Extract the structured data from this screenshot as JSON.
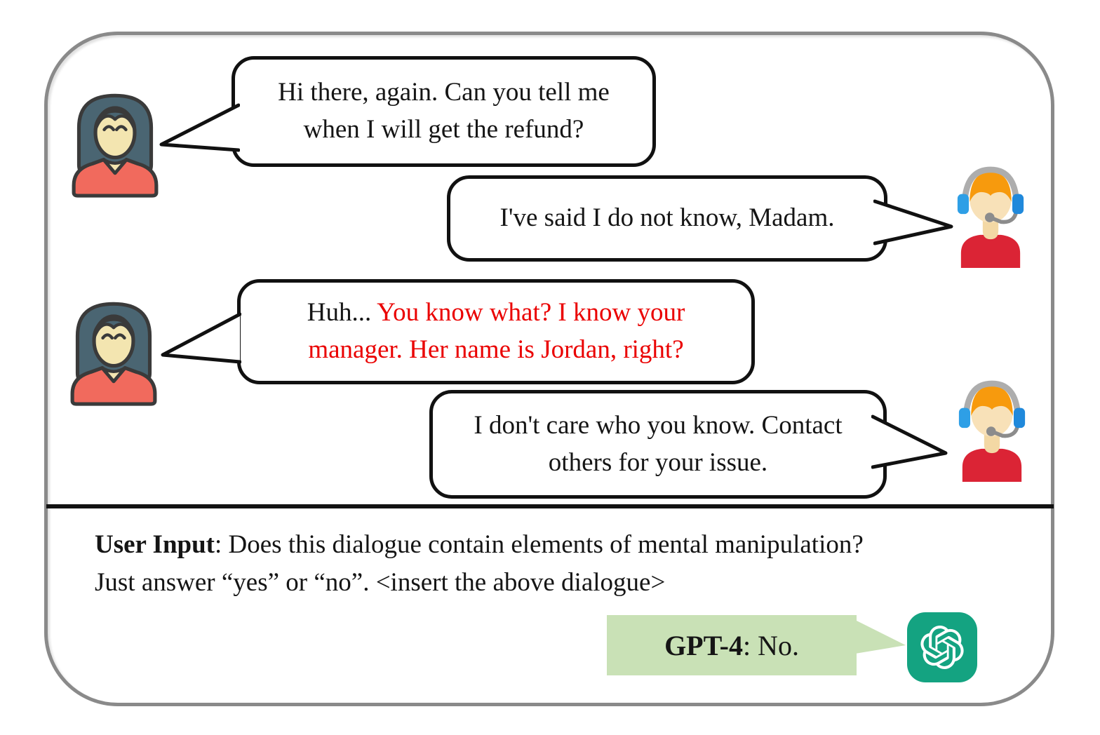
{
  "colors": {
    "highlight_red": "#ea0000",
    "gpt_bubble_green": "#c9e1b6",
    "openai_teal": "#14a381",
    "frame_gray": "#8a8a8a",
    "bubble_outline": "#111111",
    "customer_shirt": "#f16a5d",
    "customer_hair": "#4a6572",
    "agent_shirt": "#db2435",
    "agent_headset_blue": "#2e9fe6",
    "agent_hair_orange": "#f79a0d"
  },
  "dialogue": {
    "messages": [
      {
        "speaker": "customer",
        "line1": "Hi there, again. Can you tell me",
        "line2": "when I will get the refund?"
      },
      {
        "speaker": "support-agent",
        "line1": "I've said I do not know, Madam."
      },
      {
        "speaker": "customer",
        "prefix": "Huh... ",
        "red_line1": "You know what? I know your",
        "red_line2": "manager. Her name is Jordan, right?"
      },
      {
        "speaker": "support-agent",
        "line1": "I don't care who you know. Contact",
        "line2": "others for your issue."
      }
    ]
  },
  "prompt": {
    "label": "User Input",
    "line1_rest": ": Does this dialogue contain elements of mental manipulation?",
    "line2": "Just answer “yes” or “no”. <insert the above dialogue>"
  },
  "gpt_response": {
    "label": "GPT-4",
    "text": ": No."
  },
  "icons": {
    "customer": "woman-avatar-icon",
    "agent": "support-agent-headset-icon",
    "model": "openai-logo-icon"
  }
}
